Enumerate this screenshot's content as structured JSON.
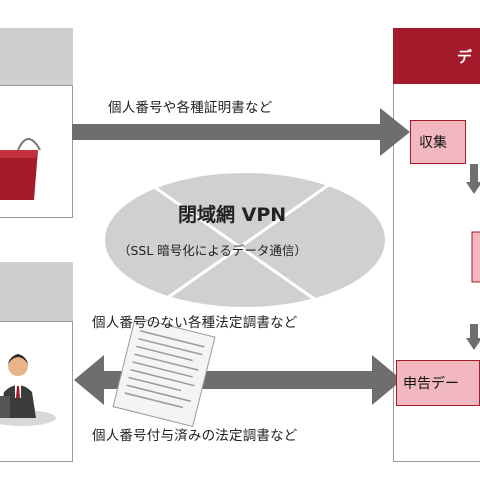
{
  "top_arrow_label": "個人番号や各種証明書など",
  "vpn": {
    "title": "閉域網 VPN",
    "subtitle": "（SSL 暗号化によるデータ通信）"
  },
  "middle_label": "個人番号のない各種法定調書など",
  "bottom_label": "個人番号付与済みの法定調書など",
  "right_panel": {
    "header": "デ",
    "collect": "収集",
    "report": "申告デー"
  },
  "colors": {
    "brand_red": "#a31b2a",
    "pink": "#f2b8c0",
    "arrow_gray": "#6e6e6e",
    "ellipse_gray": "#d0d0d0"
  }
}
